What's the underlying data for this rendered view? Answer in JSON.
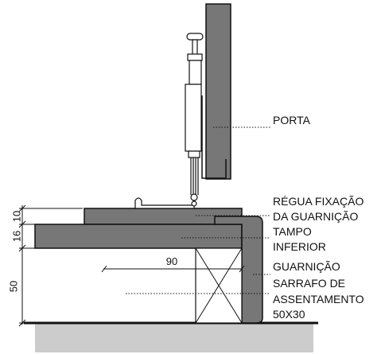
{
  "labels": {
    "porta": "PORTA",
    "regua_line1": "RÉGUA FIXAÇÃO",
    "regua_line2": "DA GUARNIÇÃO",
    "tampo_line1": "TAMPO",
    "tampo_line2": "INFERIOR",
    "guarnicao": "GUARNIÇÃO",
    "sarrafo_line1": "SARRAFO DE",
    "sarrafo_line2": "ASSENTAMENTO",
    "sarrafo_line3": "50X30"
  },
  "dimensions": {
    "d10": "10",
    "d16": "16",
    "d50": "50",
    "d90": "90"
  },
  "colors": {
    "panel_fill": "#777777",
    "floor_fill": "#cccccc",
    "line": "#111111"
  }
}
